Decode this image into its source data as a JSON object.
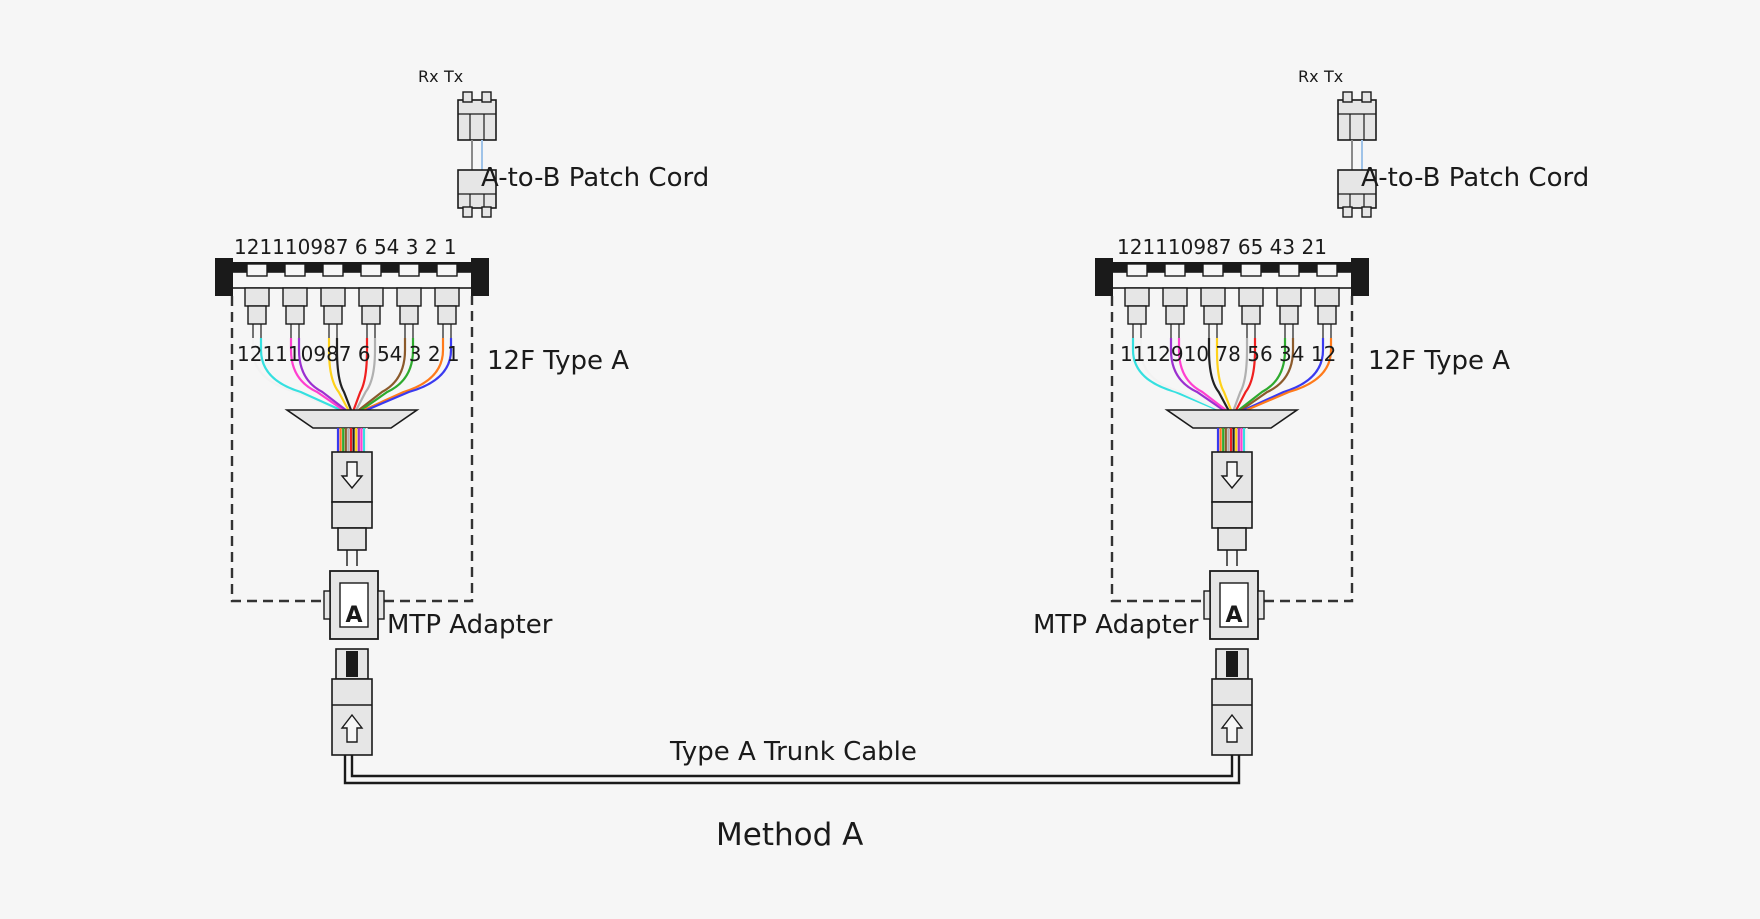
{
  "diagram": {
    "title": "Method A",
    "trunk_label": "Type A Trunk Cable",
    "adapter_letter": "A",
    "colors": {
      "line": "#1a1a1a",
      "connector": "#e6e6e6",
      "dash": "#333333",
      "fibers": [
        "#3a3af0",
        "#ff7a1a",
        "#2eaa2e",
        "#8b5a2b",
        "#b0b0b0",
        "#f02020",
        "#222222",
        "#ffd21a",
        "#9b30d0",
        "#ff40d0",
        "#35e0e0",
        "#f2f2f2"
      ]
    },
    "left": {
      "rx": "Rx",
      "tx": "Tx",
      "patch_label": "A-to-B Patch Cord",
      "top_numbers": "121110987 6 54 3 2 1",
      "fiber_numbers": "121110987 6 54 3 2 1",
      "cassette_label": "12F Type A",
      "adapter_label": "MTP Adapter",
      "fiber_order": [
        12,
        11,
        10,
        9,
        8,
        7,
        6,
        5,
        4,
        3,
        2,
        1
      ]
    },
    "right": {
      "rx": "Rx",
      "tx": "Tx",
      "patch_label": "A-to-B Patch Cord",
      "top_numbers": "121110987 65 43 21",
      "fiber_numbers": "1112910 78 56 34 12",
      "cassette_label": "12F Type A",
      "adapter_label": "MTP Adapter",
      "fiber_order": [
        11,
        12,
        9,
        10,
        7,
        8,
        5,
        6,
        3,
        4,
        1,
        2
      ]
    }
  }
}
